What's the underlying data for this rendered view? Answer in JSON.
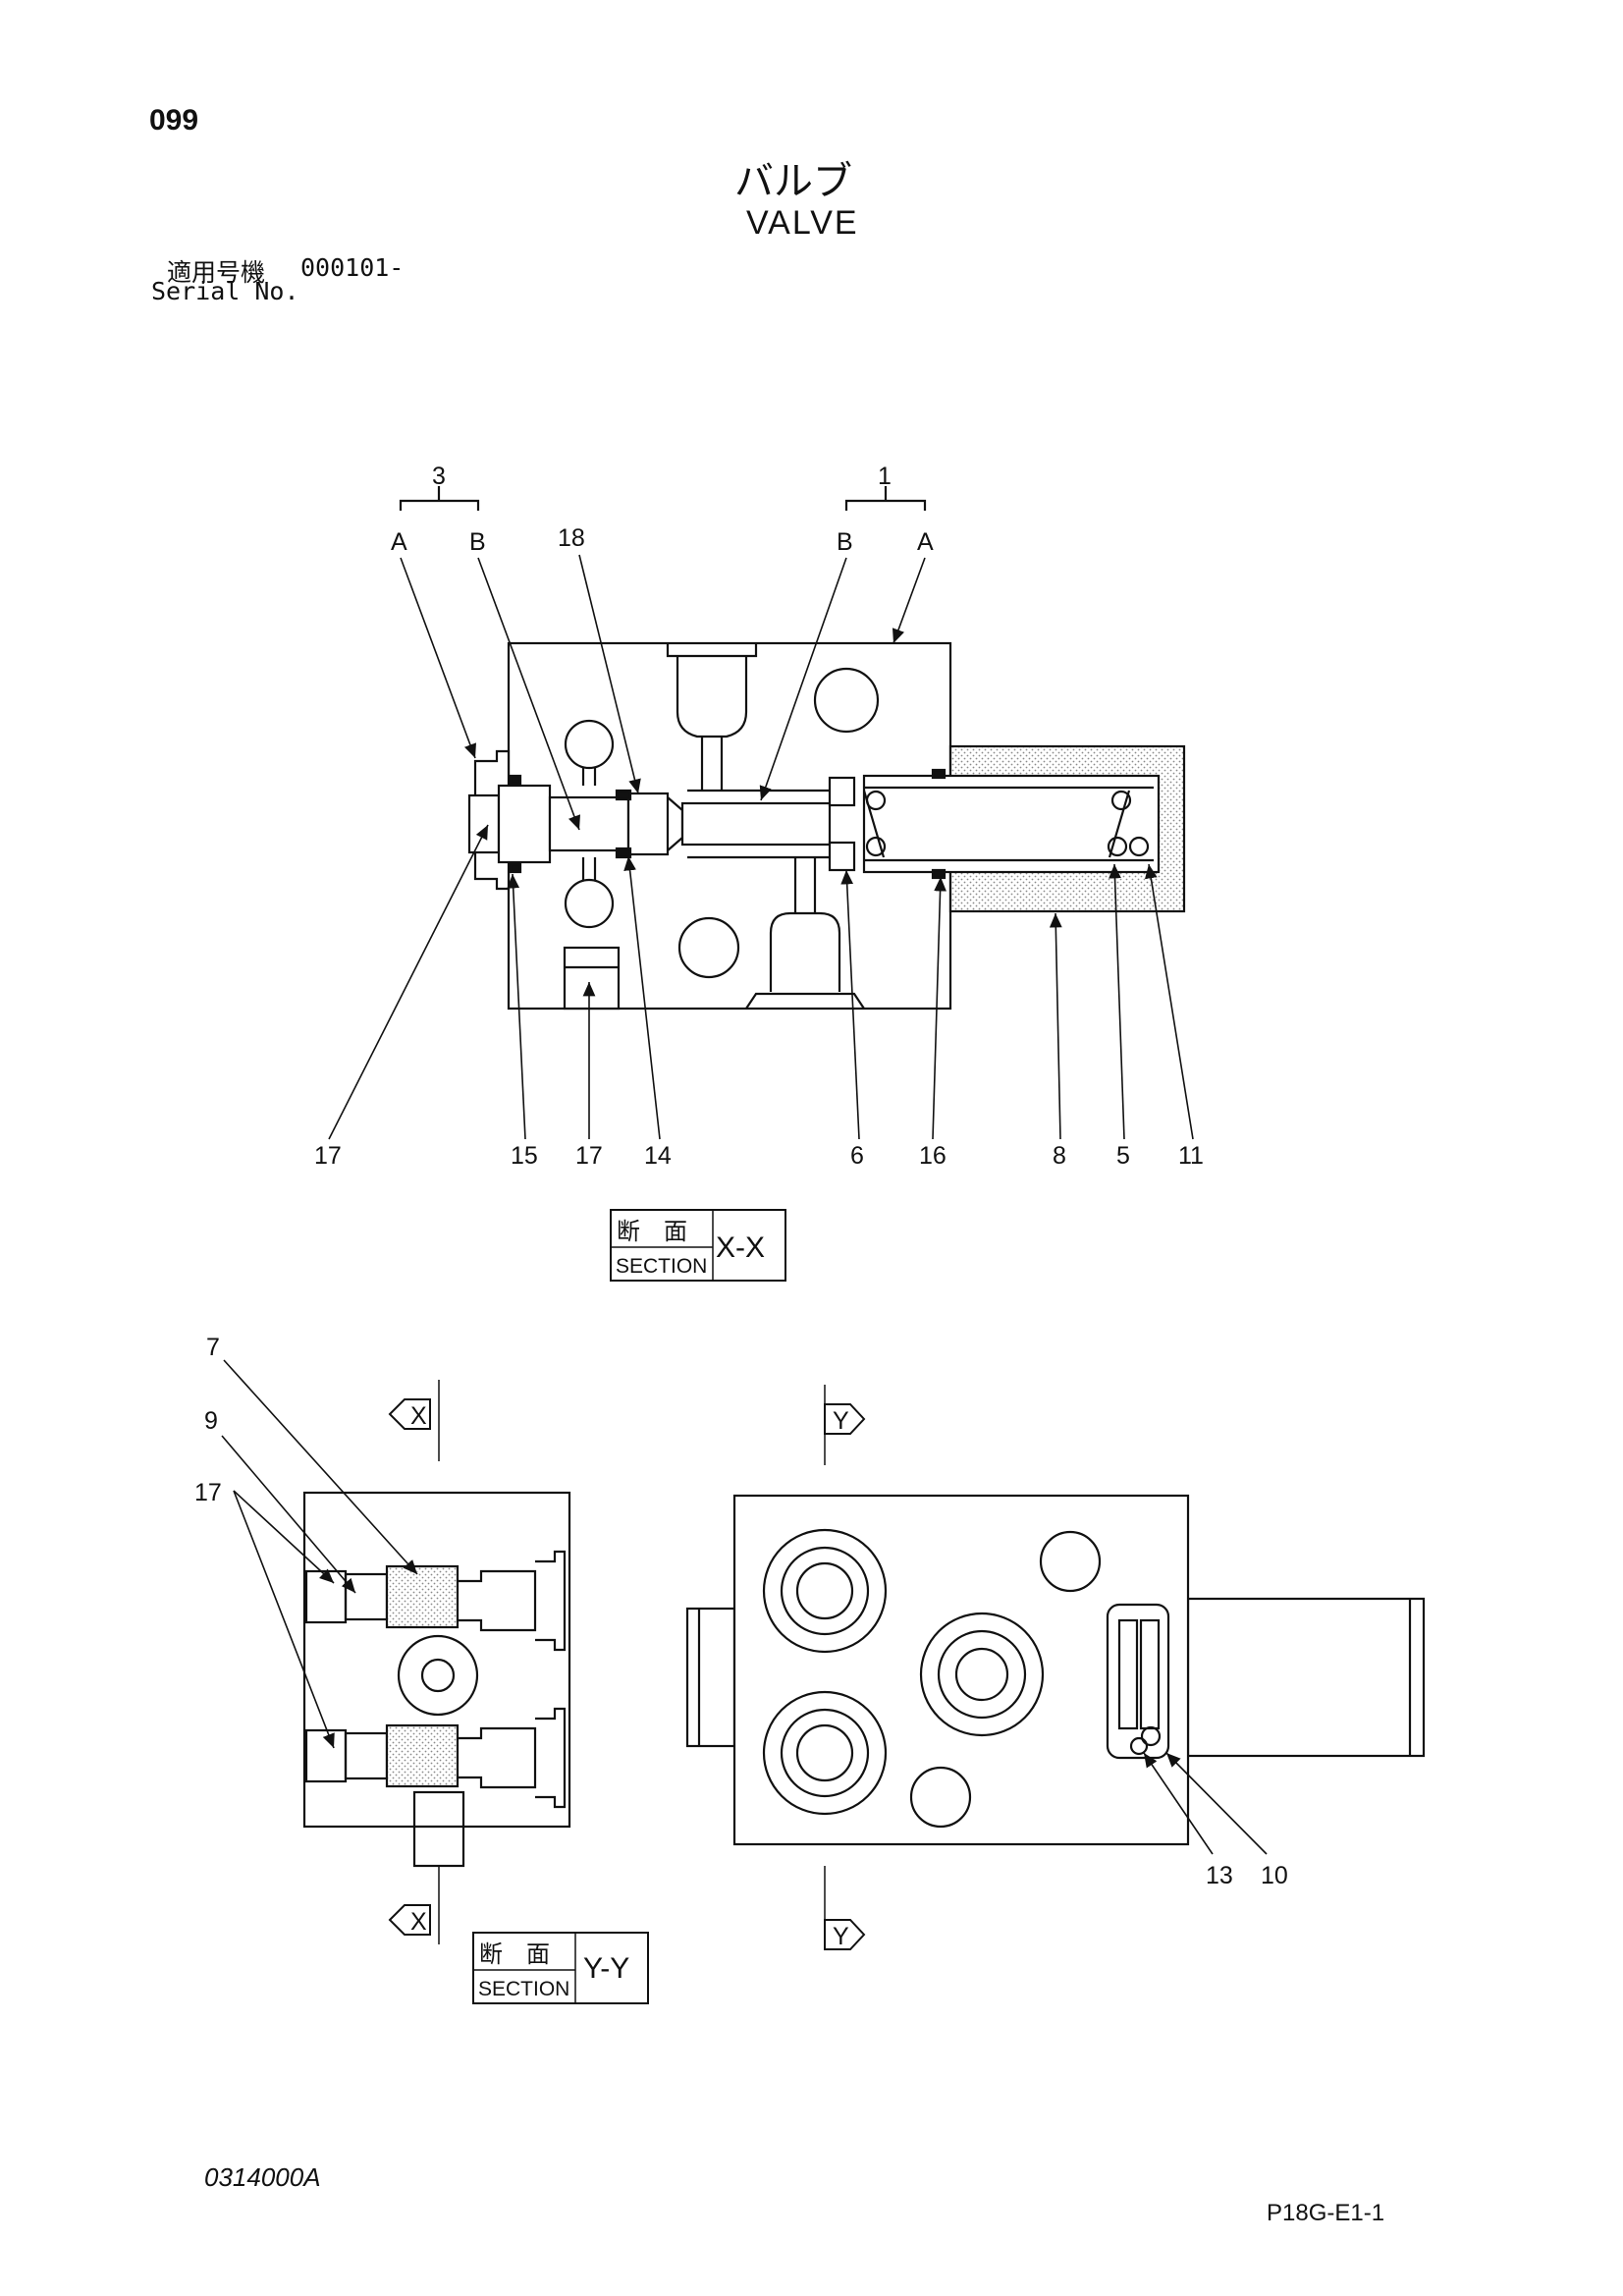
{
  "header": {
    "page_number": "099",
    "title_jp": "バルブ",
    "title_en": "VALVE",
    "serial_label_jp": "適用号機",
    "serial_value": "000101-",
    "serial_label_en": "Serial No."
  },
  "section_labels": {
    "jp": "断　面",
    "en": "SECTION",
    "xx": "X-X",
    "yy": "Y-Y",
    "x": "X",
    "y": "Y"
  },
  "callouts": {
    "c3": "3",
    "c1": "1",
    "a_left": "A",
    "b_left": "B",
    "c18": "18",
    "b_right": "B",
    "a_right": "A",
    "c17a": "17",
    "c15": "15",
    "c17b": "17",
    "c14": "14",
    "c6": "6",
    "c16": "16",
    "c8": "8",
    "c5": "5",
    "c11": "11",
    "c7": "7",
    "c9": "9",
    "c17c": "17",
    "c13": "13",
    "c10": "10"
  },
  "footer": {
    "doc_code": "0314000A",
    "sheet_code": "P18G-E1-1"
  }
}
